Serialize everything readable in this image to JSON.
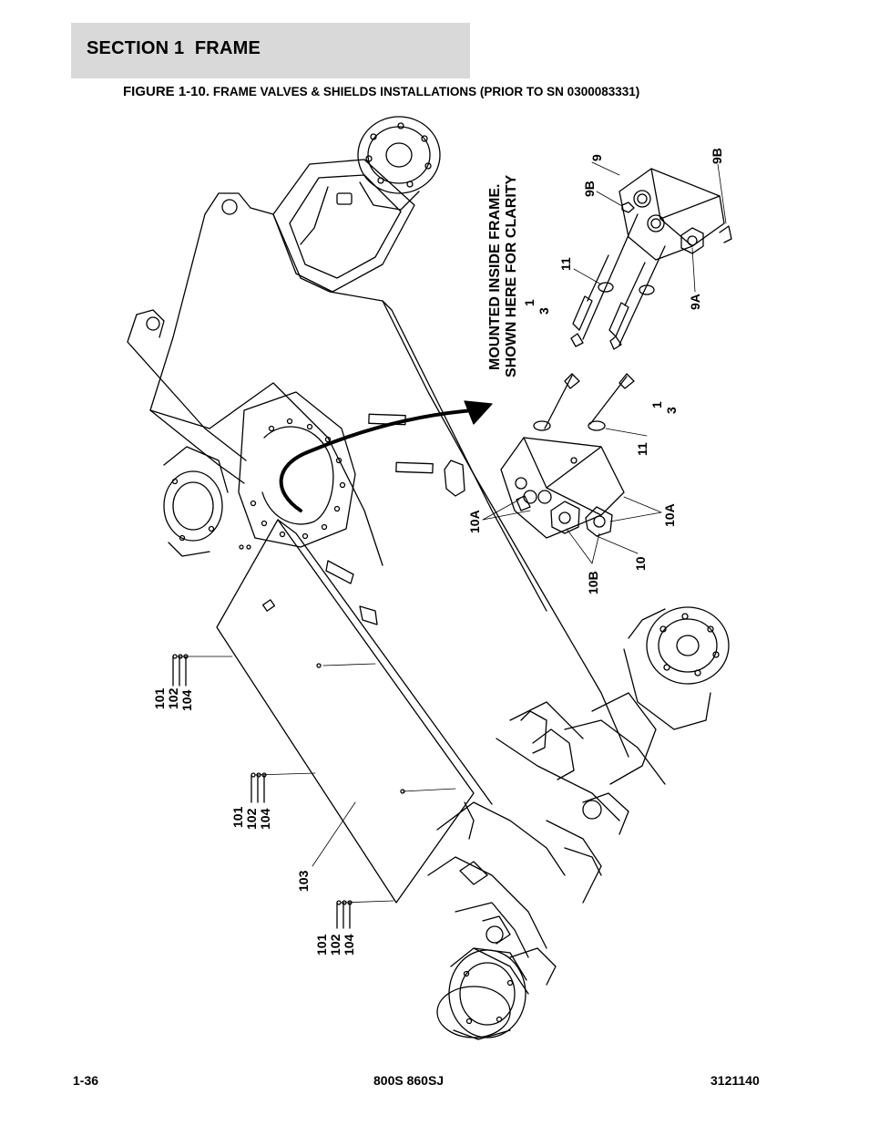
{
  "header": {
    "section_title": "SECTION 1  FRAME"
  },
  "figure": {
    "number": "FIGURE 1-10.",
    "title": "FRAME VALVES & SHIELDS INSTALLATIONS (PRIOR TO SN 0300083331)"
  },
  "callouts": {
    "note_line1": "MOUNTED INSIDE FRAME.",
    "note_line2": "SHOWN HERE FOR CLARITY",
    "c9": "9",
    "c9a": "9A",
    "c9b_left": "9B",
    "c9b_right": "9B",
    "c11_upper": "11",
    "c1_upper": "1",
    "c3_upper": "3",
    "c1_lower": "1",
    "c3_lower": "3",
    "c11_lower": "11",
    "c10a_left": "10A",
    "c10a_right": "10A",
    "c10b": "10B",
    "c10": "10",
    "g1_101": "101",
    "g1_102": "102",
    "g1_104": "104",
    "g2_101": "101",
    "g2_102": "102",
    "g2_104": "104",
    "c103": "103",
    "g3_101": "101",
    "g3_102": "102",
    "g3_104": "104"
  },
  "footer": {
    "page": "1-36",
    "model": "800S 860SJ",
    "doc_number": "3121140"
  }
}
